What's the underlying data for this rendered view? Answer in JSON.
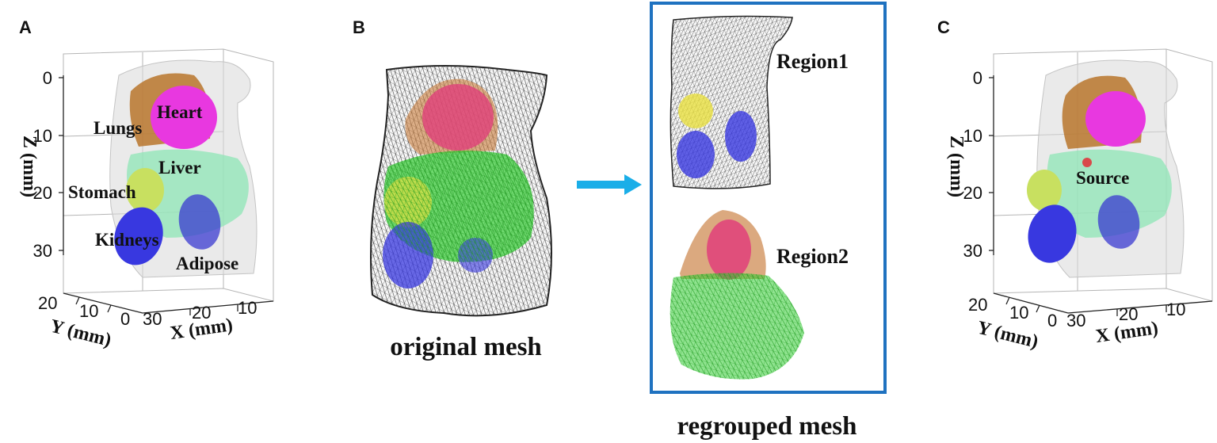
{
  "panel_labels": {
    "a": "A",
    "b": "B",
    "c": "C"
  },
  "panel_a": {
    "organs": {
      "heart": "Heart",
      "lungs": "Lungs",
      "liver": "Liver",
      "stomach": "Stomach",
      "kidneys": "Kidneys",
      "adipose": "Adipose"
    },
    "axes": {
      "z_label": "Z (mm)",
      "y_label": "Y (mm)",
      "x_label": "X (mm)",
      "z_ticks": [
        "0",
        "10",
        "20",
        "30"
      ],
      "y_ticks": [
        "20",
        "10",
        "0"
      ],
      "x_ticks": [
        "30",
        "20",
        "10"
      ]
    }
  },
  "panel_b": {
    "original_caption": "original mesh",
    "regrouped_caption": "regrouped mesh",
    "region1": "Region1",
    "region2": "Region2"
  },
  "panel_c": {
    "source": "Source",
    "axes": {
      "z_label": "Z (mm)",
      "y_label": "Y (mm)",
      "x_label": "X (mm)",
      "z_ticks": [
        "0",
        "10",
        "20",
        "30"
      ],
      "y_ticks": [
        "20",
        "10",
        "0"
      ],
      "x_ticks": [
        "30",
        "20",
        "10"
      ]
    }
  },
  "colors": {
    "heart": "#e838e0",
    "lungs": "#b8762c",
    "liver": "#8ee6b6",
    "stomach": "#c8e060",
    "kidneys": "#3838e0",
    "mesh_green": "#33cc33",
    "arrow": "#1aaee8",
    "box": "#1f72c0"
  }
}
